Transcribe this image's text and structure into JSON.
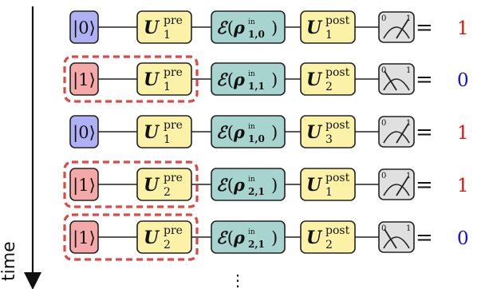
{
  "time_label": "time",
  "continuation": "⋮",
  "ket_prefix": "|",
  "ket_suffix": "⟩",
  "unitary_symbol": "U",
  "channel_symbol": "ℰ",
  "rho_symbol": "ρ",
  "rho_in_sup": "in",
  "meter_min": "0",
  "meter_max": "1",
  "rows": [
    {
      "ket": "0",
      "pre_sup": "pre",
      "pre_sub": "1",
      "rho_sub": "1,0",
      "post_sup": "post",
      "post_sub": "1",
      "meter_needle": "1",
      "equals": "=",
      "outcome": "1",
      "outcome_color": "#e01010",
      "highlighted": false
    },
    {
      "ket": "1",
      "pre_sup": "pre",
      "pre_sub": "1",
      "rho_sub": "1,1",
      "post_sup": "post",
      "post_sub": "2",
      "meter_needle": "0",
      "equals": "=",
      "outcome": "0",
      "outcome_color": "#1010e0",
      "highlighted": true
    },
    {
      "ket": "0",
      "pre_sup": "pre",
      "pre_sub": "1",
      "rho_sub": "1,0",
      "post_sup": "post",
      "post_sub": "3",
      "meter_needle": "1",
      "equals": "=",
      "outcome": "1",
      "outcome_color": "#e01010",
      "highlighted": false
    },
    {
      "ket": "1",
      "pre_sup": "pre",
      "pre_sub": "2",
      "rho_sub": "2,1",
      "post_sup": "post",
      "post_sub": "1",
      "meter_needle": "1",
      "equals": "=",
      "outcome": "1",
      "outcome_color": "#e01010",
      "highlighted": true
    },
    {
      "ket": "1",
      "pre_sup": "pre",
      "pre_sub": "2",
      "rho_sub": "2,1",
      "post_sup": "post",
      "post_sub": "2",
      "meter_needle": "0",
      "equals": "=",
      "outcome": "0",
      "outcome_color": "#1010e0",
      "highlighted": true
    }
  ],
  "colors": {
    "ket0_fill": "#b0b0f4",
    "ket1_fill": "#f4a8a8",
    "unitary_fill": "#fbf2a8",
    "channel_fill": "#a8d4d0",
    "meter_fill": "#e0e0e0",
    "highlight_stroke": "#e04848",
    "stroke": "#222222"
  }
}
